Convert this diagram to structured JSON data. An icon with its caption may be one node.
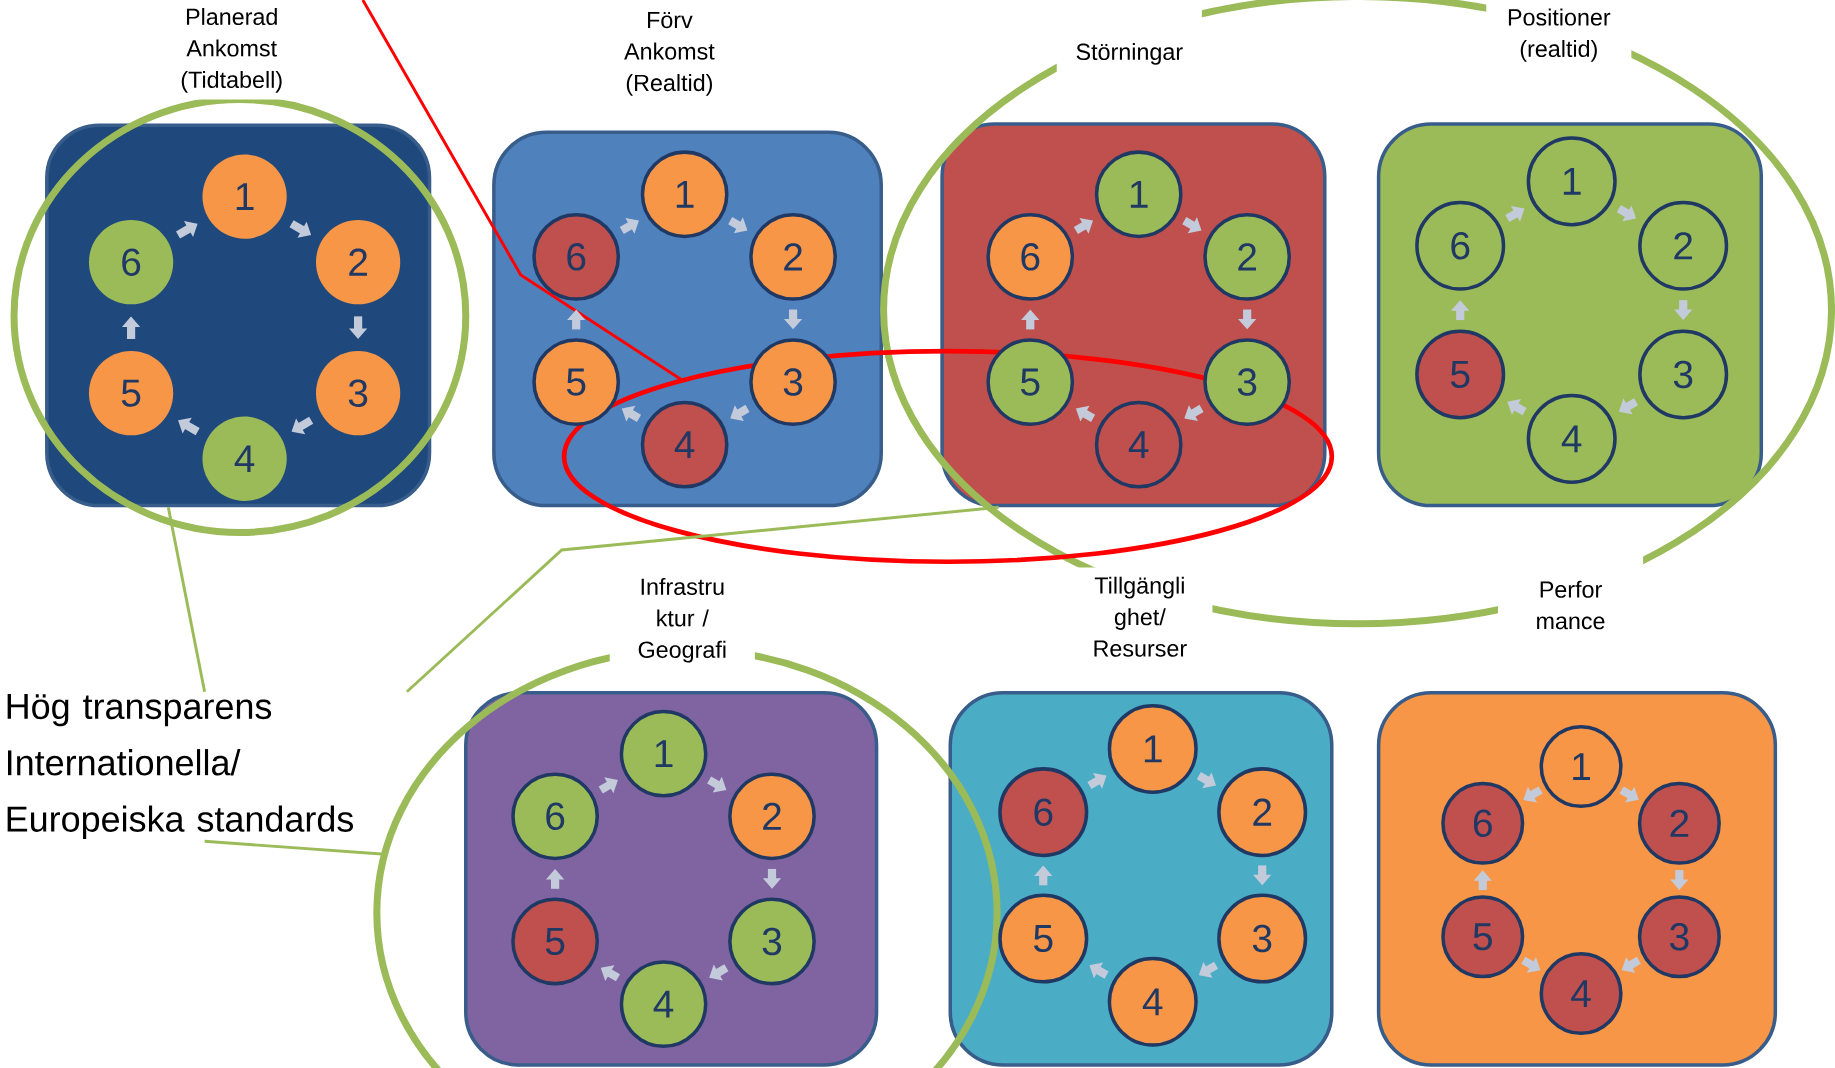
{
  "diagram": {
    "nodes": [
      {
        "text": [
          "Planerad Ankomst (Tidtabell)"
        ]
      },
      {
        "text": [
          "1"
        ],
        "in": 0
      },
      {
        "text": [
          "2"
        ],
        "in": 0
      },
      {
        "text": [
          "3"
        ],
        "in": 0
      },
      {
        "text": [
          "4"
        ],
        "in": 0
      },
      {
        "text": [
          "5"
        ],
        "in": 0
      },
      {
        "text": [
          "6"
        ],
        "in": 0
      },
      {
        "text": [
          "Förv Ankomst (Realtid)"
        ]
      },
      {
        "text": [
          "1"
        ],
        "in": 7
      },
      {
        "text": [
          "2"
        ],
        "in": 7
      },
      {
        "text": [
          "3"
        ],
        "in": 7
      },
      {
        "text": [
          "4"
        ],
        "in": 7
      },
      {
        "text": [
          "5"
        ],
        "in": 7
      },
      {
        "text": [
          "6"
        ],
        "in": 7
      },
      {
        "text": [
          "Störningar"
        ]
      },
      {
        "text": [
          "1"
        ],
        "in": 14
      },
      {
        "text": [
          "2"
        ],
        "in": 14
      },
      {
        "text": [
          "3"
        ],
        "in": 14
      },
      {
        "text": [
          "4"
        ],
        "in": 14
      },
      {
        "text": [
          "5"
        ],
        "in": 14
      },
      {
        "text": [
          "6"
        ],
        "in": 14
      },
      {
        "text": [
          "Positioner (realtid)"
        ]
      },
      {
        "text": [
          "1"
        ],
        "in": 21
      },
      {
        "text": [
          "2"
        ],
        "in": 21
      },
      {
        "text": [
          "3"
        ],
        "in": 21
      },
      {
        "text": [
          "4"
        ],
        "in": 21
      },
      {
        "text": [
          "5"
        ],
        "in": 21
      },
      {
        "text": [
          "6"
        ],
        "in": 21
      },
      {
        "text": [
          "Hög transparens Internationella/ Europeiska standards"
        ]
      },
      {
        "text": [
          "Infrastru ktur / Geografi"
        ]
      },
      {
        "text": [
          "1"
        ],
        "in": 29
      },
      {
        "text": [
          "2"
        ],
        "in": 29
      },
      {
        "text": [
          "3"
        ],
        "in": 29
      },
      {
        "text": [
          "4"
        ],
        "in": 29
      },
      {
        "text": [
          "5"
        ],
        "in": 29
      },
      {
        "text": [
          "6"
        ],
        "in": 29
      },
      {
        "text": [
          "Tillgängli ghet/ Resurser"
        ]
      },
      {
        "text": [
          "1"
        ],
        "in": 36
      },
      {
        "text": [
          "2"
        ],
        "in": 36
      },
      {
        "text": [
          "3"
        ],
        "in": 36
      },
      {
        "text": [
          "4"
        ],
        "in": 36
      },
      {
        "text": [
          "5"
        ],
        "in": 36
      },
      {
        "text": [
          "6"
        ],
        "in": 36
      },
      {
        "text": [
          "Perfor mance"
        ]
      },
      {
        "text": [
          "1"
        ],
        "in": 43
      },
      {
        "text": [
          "2"
        ],
        "in": 43
      },
      {
        "text": [
          "3"
        ],
        "in": 43
      },
      {
        "text": [
          "4"
        ],
        "in": 43
      },
      {
        "text": [
          "5"
        ],
        "in": 43
      },
      {
        "text": [
          "6"
        ],
        "in": 43
      }
    ],
    "edges": [
      {
        "from": 1,
        "to": 2,
        "arrow": "to"
      },
      {
        "from": 2,
        "to": 3,
        "arrow": "to"
      },
      {
        "from": 3,
        "to": 4,
        "arrow": "to"
      },
      {
        "from": 4,
        "to": 5,
        "arrow": "to"
      },
      {
        "from": 5,
        "to": 6,
        "arrow": "to"
      },
      {
        "from": 6,
        "to": 1,
        "arrow": "to"
      },
      {
        "from": 8,
        "to": 9,
        "arrow": "to"
      },
      {
        "from": 9,
        "to": 10,
        "arrow": "to"
      },
      {
        "from": 10,
        "to": 11,
        "arrow": "to"
      },
      {
        "from": 11,
        "to": 12,
        "arrow": "to"
      },
      {
        "from": 12,
        "to": 13,
        "arrow": "to"
      },
      {
        "from": 13,
        "to": 8,
        "arrow": "to"
      },
      {
        "from": 15,
        "to": 16,
        "arrow": "to"
      },
      {
        "from": 16,
        "to": 17,
        "arrow": "to"
      },
      {
        "from": 17,
        "to": 18,
        "arrow": "to"
      },
      {
        "from": 18,
        "to": 19,
        "arrow": "to"
      },
      {
        "from": 19,
        "to": 20,
        "arrow": "to"
      },
      {
        "from": 20,
        "to": 15,
        "arrow": "to"
      },
      {
        "from": 22,
        "to": 23,
        "arrow": "to"
      },
      {
        "from": 23,
        "to": 24,
        "arrow": "to"
      },
      {
        "from": 24,
        "to": 25,
        "arrow": "to"
      },
      {
        "from": 25,
        "to": 26,
        "arrow": "to"
      },
      {
        "from": 26,
        "to": 27,
        "arrow": "to"
      },
      {
        "from": 27,
        "to": 22,
        "arrow": "to"
      },
      {
        "from": 30,
        "to": 31,
        "arrow": "to"
      },
      {
        "from": 31,
        "to": 32,
        "arrow": "to"
      },
      {
        "from": 32,
        "to": 33,
        "arrow": "to"
      },
      {
        "from": 33,
        "to": 34,
        "arrow": "to"
      },
      {
        "from": 34,
        "to": 35,
        "arrow": "to"
      },
      {
        "from": 35,
        "to": 30,
        "arrow": "to"
      },
      {
        "from": 37,
        "to": 38,
        "arrow": "to"
      },
      {
        "from": 38,
        "to": 39,
        "arrow": "to"
      },
      {
        "from": 39,
        "to": 40,
        "arrow": "to"
      },
      {
        "from": 40,
        "to": 41,
        "arrow": "to"
      },
      {
        "from": 41,
        "to": 42,
        "arrow": "to"
      },
      {
        "from": 42,
        "to": 37,
        "arrow": "to"
      },
      {
        "from": 44,
        "to": 45,
        "arrow": "to"
      },
      {
        "from": 45,
        "to": 46,
        "arrow": "to"
      },
      {
        "from": 46,
        "to": 47,
        "arrow": "to"
      },
      {
        "from": 48,
        "to": 47,
        "arrow": "to"
      },
      {
        "from": 48,
        "to": 49,
        "arrow": "to"
      },
      {
        "from": 44,
        "to": 49,
        "arrow": "to"
      },
      {
        "from": 28,
        "to": 0,
        "arrow": "none",
        "color": "#9bbb59"
      },
      {
        "from": 28,
        "to": 14,
        "arrow": "none",
        "color": "#9bbb59"
      },
      {
        "from": 28,
        "to": null,
        "arrow": "none",
        "color": "#9bbb59"
      }
    ]
  }
}
